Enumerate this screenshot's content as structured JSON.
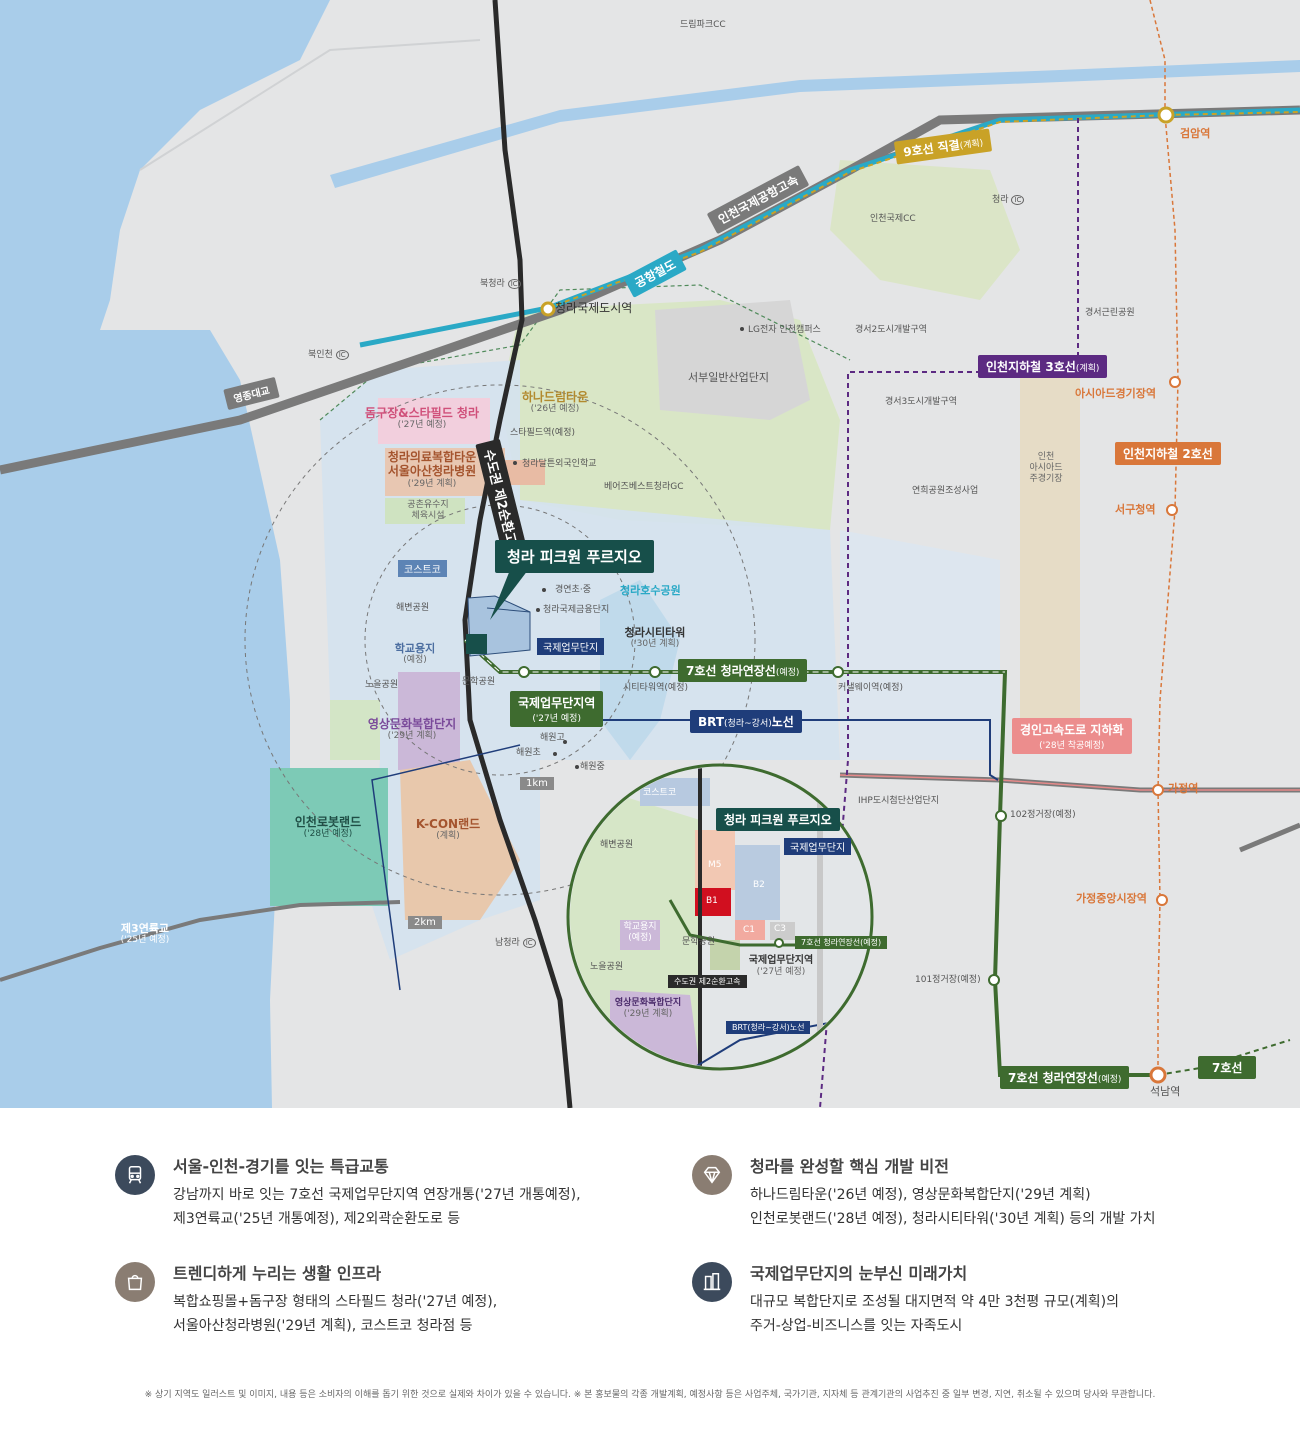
{
  "map": {
    "highways": {
      "airport_expressway": "인천국제공항고속",
      "ring_road": "수도권 제2순환고속",
      "yeongjong_bridge": "영종대교",
      "third_bridge": "제3연륙교",
      "third_bridge_note": "('25년 예정)"
    },
    "lines": {
      "line9": "9호선 직결",
      "line9_note": "(계획)",
      "airport_rail": "공항철도",
      "incheon_line3": "인천지하철 3호선",
      "incheon_line3_note": "(계획)",
      "incheon_line2": "인천지하철 2호선",
      "line7_ext": "7호선 청라연장선",
      "line7_ext_note": "(예정)",
      "line7": "7호선",
      "brt_pre": "BRT",
      "brt_mid": "(청라~강서)",
      "brt_post": "노선",
      "gyeongin_underground": "경인고속도로 지하화",
      "gyeongin_underground_note": "('28년 착공예정)"
    },
    "stations": {
      "cheongna_intl": "청라국제도시역",
      "geomam": "검암역",
      "asiad": "아시아드경기장역",
      "seogu_office": "서구청역",
      "gajeong": "가정역",
      "gajeong_market": "가정중앙시장역",
      "seongnam": "석남역",
      "biz_district_station": "국제업무단지역",
      "biz_district_station_note": "('27년 예정)",
      "city_tower_station": "시티타워역(예정)",
      "canal_way_station": "커낼웨이역(예정)",
      "jeonggeo_102": "102정거장(예정)",
      "jeonggeo_101": "101정거장(예정)",
      "starfield_station": "스타필드역(예정)"
    },
    "ic": {
      "ic_symbol": "IC",
      "buk_cheongna": "북청라",
      "bukincheon": "북인천",
      "nam_cheongna": "남청라",
      "cheongna": "청라"
    },
    "zones": {
      "hana_dream_town": "하나드림타운",
      "hana_dream_town_note": "('26년 예정)",
      "stadium_starfield": "돔구장&스타필드 청라",
      "stadium_starfield_note": "('27년 예정)",
      "medical_complex_1": "청라의료복합타운",
      "medical_complex_2": "서울아산청라병원",
      "medical_complex_note": "('29년 계획)",
      "oil_reserve_1": "공촌유수지",
      "oil_reserve_2": "체육시설",
      "costco": "코스트코",
      "haebyeon_park": "해변공원",
      "school_site": "학교용지",
      "school_site_note": "(예정)",
      "noeul_park": "노을공원",
      "munhak_park": "문학공원",
      "media_complex": "영상문화복합단지",
      "media_complex_note": "('29년 계획)",
      "robot_land": "인천로봇랜드",
      "robot_land_note": "('28년 예정)",
      "kcon_land": "K-CON랜드",
      "kcon_land_note": "(계획)",
      "cheongna_lake_park": "청라호수공원",
      "city_tower": "청라시티타워",
      "city_tower_note": "('30년 계획)",
      "gyeongyeon_school": "경연초·중",
      "financial_complex": "청라국제금융단지",
      "dalton_school": "청라달튼외국인학교",
      "bears_best": "베어즈베스트청라GC",
      "seobu_industrial": "서부일반산업단지",
      "lg_campus": "LG전자 인천캠퍼스",
      "gyeongseo2": "경서2도시개발구역",
      "gyeongseo3": "경서3도시개발구역",
      "gyeongseo_park": "경서근린공원",
      "incheon_cc": "인천국제CC",
      "dreampark_cc": "드림파크CC",
      "yeonhui_park": "연희공원조성사업",
      "asiad_stadium_1": "인천",
      "asiad_stadium_2": "아시아드",
      "asiad_stadium_3": "주경기장",
      "ihp_industrial": "IHP도시첨단산업단지",
      "haewon_high": "해원고",
      "haewon_elem": "해원초",
      "haewon_middle": "해원중",
      "biz_complex_label": "국제업무단지",
      "project": "청라 피크원 푸르지오"
    },
    "distances": {
      "r1": "1km",
      "r2": "2km"
    },
    "inset": {
      "project": "청라 피크원 푸르지오",
      "biz_complex": "국제업무단지",
      "costco": "코스트코",
      "haebyeon_park": "해변공원",
      "munhak_park": "문학공원",
      "school_site_1": "학교용지",
      "school_site_2": "(예정)",
      "noeul_park": "노을공원",
      "media_complex": "영상문화복합단지",
      "media_complex_note": "('29년 계획)",
      "ring_road": "수도권 제2순환고속",
      "brt": "BRT(청라~강서)노선",
      "line7": "7호선 청라연장선(예정)",
      "station": "국제업무단지역",
      "station_note": "('27년 예정)",
      "lot_m5": "M5",
      "lot_b1": "B1",
      "lot_b2": "B2",
      "lot_c1": "C1",
      "lot_c3": "C3"
    }
  },
  "features": [
    {
      "icon": "train-icon",
      "title": "서울-인천-경기를 잇는 특급교통",
      "lines": [
        "강남까지 바로 잇는 7호선 국제업무단지역 연장개통('27년 개통예정),",
        "제3연륙교('25년 개통예정), 제2외곽순환도로 등"
      ]
    },
    {
      "icon": "diamond-icon",
      "title": "청라를 완성할 핵심 개발 비전",
      "lines": [
        "하나드림타운('26년 예정), 영상문화복합단지('29년 계획)",
        "인천로봇랜드('28년 예정), 청라시티타워('30년 계획) 등의 개발 가치"
      ]
    },
    {
      "icon": "shopping-bag-icon",
      "title": "트렌디하게 누리는 생활 인프라",
      "lines": [
        "복합쇼핑몰+돔구장 형태의 스타필드 청라('27년 예정),",
        "서울아산청라병원('29년 계획), 코스트코 청라점 등"
      ]
    },
    {
      "icon": "buildings-icon",
      "title": "국제업무단지의 눈부신 미래가치",
      "lines": [
        "대규모 복합단지로 조성될 대지면적 약 4만 3천평 규모(계획)의",
        "주거-상업-비즈니스를 잇는 자족도시"
      ]
    }
  ],
  "disclaimer": "※ 상기 지역도 일러스트 및 이미지, 내용 등은 소비자의 이해를 돕기 위한 것으로 실제와 차이가 있을 수 있습니다.  ※ 본 홍보물의 각종 개발계획, 예정사항 등은 사업주체, 국가기관, 지자체 등 관계기관의 사업추진 중 일부 변경, 지연, 취소될 수 있으며 당사와 무관합니다.",
  "colors": {
    "airport_rail": "#2aa9c6",
    "line9": "#c9a227",
    "line3": "#5c2a82",
    "line2": "#d9773a",
    "line7": "#3e6b2f",
    "brt": "#1f3d7a",
    "project": "#174f4a",
    "icon_dark": "#3c4a5c",
    "icon_brown": "#8a7d72"
  }
}
